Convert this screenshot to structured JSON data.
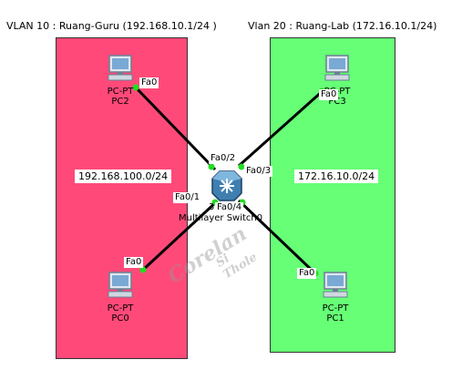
{
  "regions": {
    "left_label": "VLAN 10  : Ruang-Guru (192.168.10.1/24 )",
    "right_label": "Vlan 20 : Ruang-Lab (172.16.10.1/24)",
    "left_network": "192.168.100.0/24",
    "right_network": "172.16.10.0/24",
    "colors": {
      "left": "#ff4a79",
      "right": "#66ff76"
    }
  },
  "switch": {
    "name_line1": "35",
    "name_line2": "Multilayer Switch0",
    "ports": {
      "p1": "Fa0/1",
      "p2": "Fa0/2",
      "p3": "Fa0/3",
      "p4": "Fa0/4"
    }
  },
  "devices": {
    "pc2": {
      "type": "PC-PT",
      "name": "PC2",
      "port": "Fa0"
    },
    "pc3": {
      "type": "PC-PT",
      "name": "PC3",
      "port": "Fa0"
    },
    "pc0": {
      "type": "PC-PT",
      "name": "PC0",
      "port": "Fa0"
    },
    "pc1": {
      "type": "PC-PT",
      "name": "PC1",
      "port": "Fa0"
    }
  },
  "watermark": {
    "line1": "Corelan",
    "line2": "Si Thole"
  },
  "link_color": "#000000",
  "link_light_color": "#22dd22"
}
